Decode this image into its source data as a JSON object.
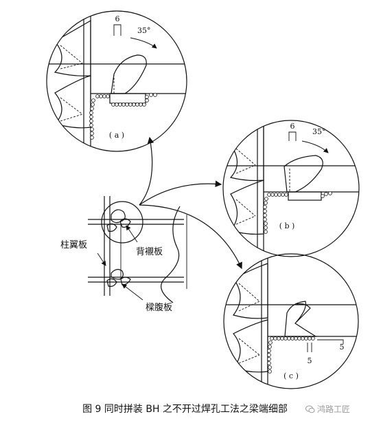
{
  "caption": "图 9 同时拼装 BH 之不开过焊孔工法之梁端细部",
  "watermark": "鸿路工匠",
  "labels": {
    "column_flange": "柱翼板",
    "backing_plate": "背襯板",
    "beam_web": "樑腹板"
  },
  "details": [
    {
      "id": "a",
      "tag": "( a )",
      "dim_gap": "6",
      "dim_angle": "35°"
    },
    {
      "id": "b",
      "tag": "( b )",
      "dim_gap": "6",
      "dim_angle": "35°"
    },
    {
      "id": "c",
      "tag": "( c )",
      "dim_vertical": "5",
      "dim_horizontal": "5"
    }
  ]
}
